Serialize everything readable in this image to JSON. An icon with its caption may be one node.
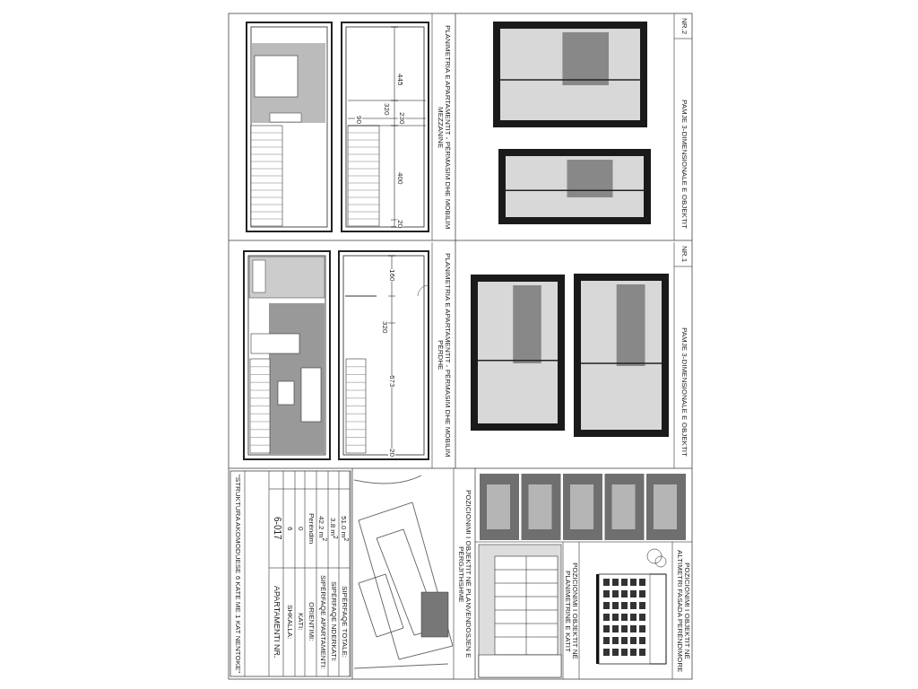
{
  "diagram": {
    "labels": [
      "\"STRUKTURA AKOMODUESE 6 KATE ME 1 KAT NENTOKE\"",
      "APARTAMENTI NR.",
      "6-017",
      "SHKALLA:",
      "6",
      "KATI:",
      "0",
      "ORIENTIMI:",
      "Perëndim",
      "SIPËRFAQE APARTAMENTI:",
      "42.2 m$^{2}$",
      "SIPËRFAQE NDERKATI:",
      "3.8 m$^{2}$",
      "SIPËRFAQE TOTALE:",
      "51.0 m$^{2}$",
      "PLANIMETRIA E APARTAMENTIT - PËRMASIM DHE MOBILIM MEZZANINE",
      "PLANIMETRIA E APARTAMENTIT - PËRMASIM DHE MOBILIM PËRDHE",
      "PAMJE 3-DIMENSIONALE E OBJEKTIT",
      "NR.2",
      "PAMJE 3-DIMENSIONALE E OBJEKTIT",
      "NR.1",
      "POZICIONIMI I OBJEKTIT NË PLANVENDOSJEN E PËRGJITHSHME",
      "POZICIONIMI I OBJEKTIT NË PLANIMETRINË E KATIT",
      "POZICIONIMI I OBJEKTIT NË ALTIMETRI FASADA PERËNDIMORE",
      "445",
      "320",
      "90",
      "230",
      "400",
      "20",
      "160",
      "320",
      "673",
      "20"
    ]
  }
}
